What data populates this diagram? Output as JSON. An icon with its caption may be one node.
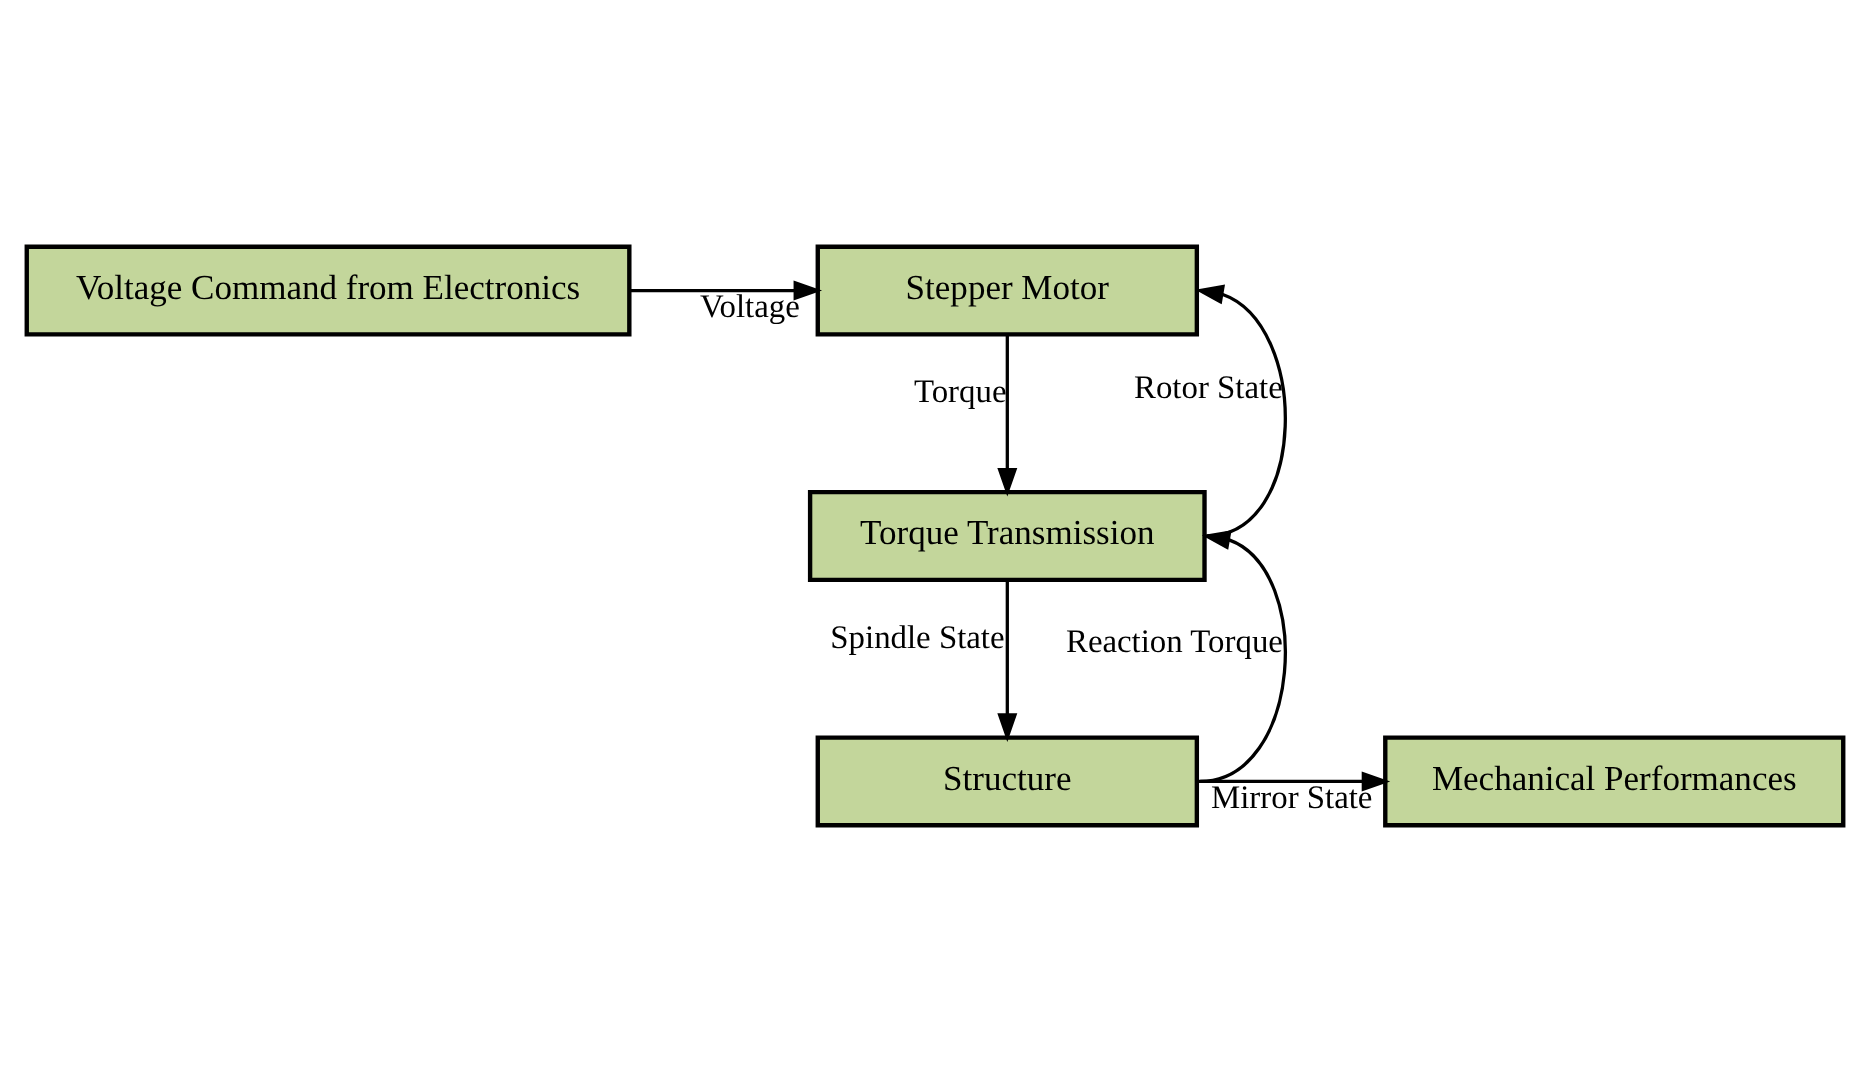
{
  "diagram": {
    "nodes": [
      {
        "text": [
          "Voltage Command from Electronics"
        ]
      },
      {
        "text": [
          "Stepper Motor"
        ]
      },
      {
        "text": [
          "Torque Transmission"
        ]
      },
      {
        "text": [
          "Structure"
        ]
      },
      {
        "text": [
          "Mechanical Performances"
        ]
      }
    ],
    "edges": [
      {
        "from": 0,
        "to": 1,
        "arrow": "to",
        "label": "Voltage"
      },
      {
        "from": 1,
        "to": 2,
        "arrow": "to",
        "label": "Torque"
      },
      {
        "from": 2,
        "to": 3,
        "arrow": "to",
        "label": "Spindle State"
      },
      {
        "from": 3,
        "to": 4,
        "arrow": "to",
        "label": "Mirror State"
      },
      {
        "from": 2,
        "to": 1,
        "arrow": "to",
        "label": "Rotor State"
      },
      {
        "from": 3,
        "to": 2,
        "arrow": "to",
        "label": "Reaction Torque"
      }
    ]
  }
}
